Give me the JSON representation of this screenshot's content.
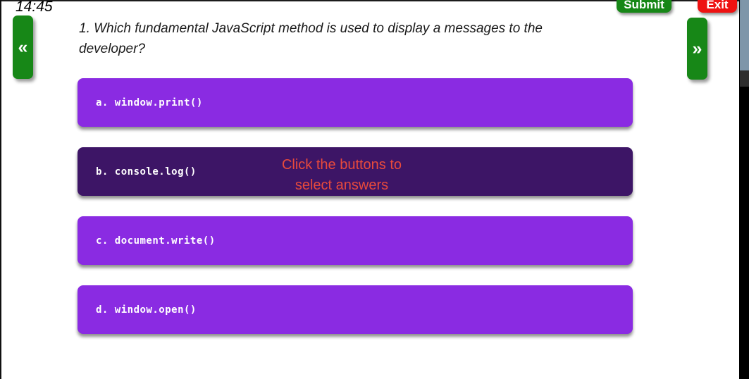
{
  "window": {
    "timer": "14:45",
    "submit_label": "Submit",
    "exit_label": "Exit",
    "prev_label": "«",
    "next_label": "»"
  },
  "quiz": {
    "question": "1. Which fundamental JavaScript method is used to display a messages to the developer?",
    "answers": [
      {
        "label": "a. window.print()",
        "selected": "false"
      },
      {
        "label": "b. console.log()",
        "selected": "true"
      },
      {
        "label": "c. document.write()",
        "selected": "false"
      },
      {
        "label": "d. window.open()",
        "selected": "false"
      }
    ],
    "hint_line1": "Click the buttons to",
    "hint_line2": "select answers"
  },
  "colors": {
    "answer_purple": "#8a2be2",
    "answer_selected": "#3d1566",
    "button_green": "#178717",
    "button_red": "#ee1111",
    "hint_red": "#e84a3c",
    "scrollbar_thumb": "#7e96a9"
  }
}
